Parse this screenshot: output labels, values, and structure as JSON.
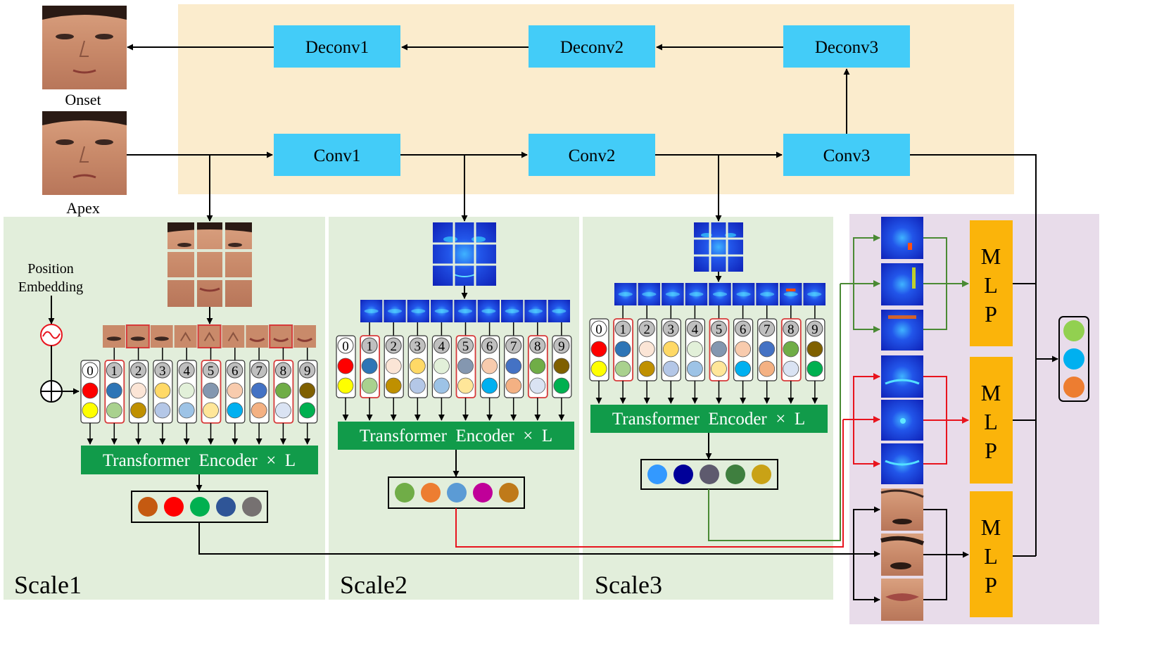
{
  "colors": {
    "top_bg": "#fbeccd",
    "scale_bg": "#e2eedb",
    "right_bg": "#e8dcea",
    "conv_block": "#43ccf8",
    "transformer": "#119b4a",
    "mlp": "#fbb40a",
    "arrow_red": "#e8141e",
    "arrow_green": "#4a8a34",
    "highlight_red": "#d63a3a",
    "heatmap_blue": "#1c3fd8"
  },
  "blocks": {
    "deconv1": "Deconv1",
    "deconv2": "Deconv2",
    "deconv3": "Deconv3",
    "conv1": "Conv1",
    "conv2": "Conv2",
    "conv3": "Conv3"
  },
  "inputs": {
    "onset": "Onset",
    "apex": "Apex"
  },
  "position_embedding": {
    "line1": "Position",
    "line2": "Embedding"
  },
  "transformer_label": "Transformer  Encoder  ×  L",
  "token_indices": [
    "0",
    "1",
    "2",
    "3",
    "4",
    "5",
    "6",
    "7",
    "8",
    "9"
  ],
  "token_colors": [
    [
      "#fe0000",
      "#ffff00"
    ],
    [
      "#2e75b6",
      "#a9d18e"
    ],
    [
      "#fbe5d6",
      "#bf9000"
    ],
    [
      "#ffd966",
      "#b4c7e7"
    ],
    [
      "#e2f0d9",
      "#9dc3e6"
    ],
    [
      "#8497b0",
      "#ffe699"
    ],
    [
      "#f8cbad",
      "#00b0f0"
    ],
    [
      "#4472c4",
      "#f4b183"
    ],
    [
      "#70ad47",
      "#dae3f3"
    ],
    [
      "#7f6000",
      "#00b050"
    ]
  ],
  "highlighted_tokens": [
    "1",
    "5",
    "8"
  ],
  "scales": [
    {
      "label": "Scale1",
      "outputs": [
        "#c55a11",
        "#ff0000",
        "#00b050",
        "#2f5597",
        "#767171"
      ]
    },
    {
      "label": "Scale2",
      "outputs": [
        "#70ad47",
        "#ed7d31",
        "#5b9bd5",
        "#c00099",
        "#bf7a1a"
      ]
    },
    {
      "label": "Scale3",
      "outputs": [
        "#3399ff",
        "#000099",
        "#5e5a6e",
        "#3f7f3f",
        "#c9a216"
      ]
    }
  ],
  "mlp_label": [
    "M",
    "L",
    "P"
  ],
  "final_outputs": [
    "#92d050",
    "#00b0f0",
    "#ed7d31"
  ]
}
